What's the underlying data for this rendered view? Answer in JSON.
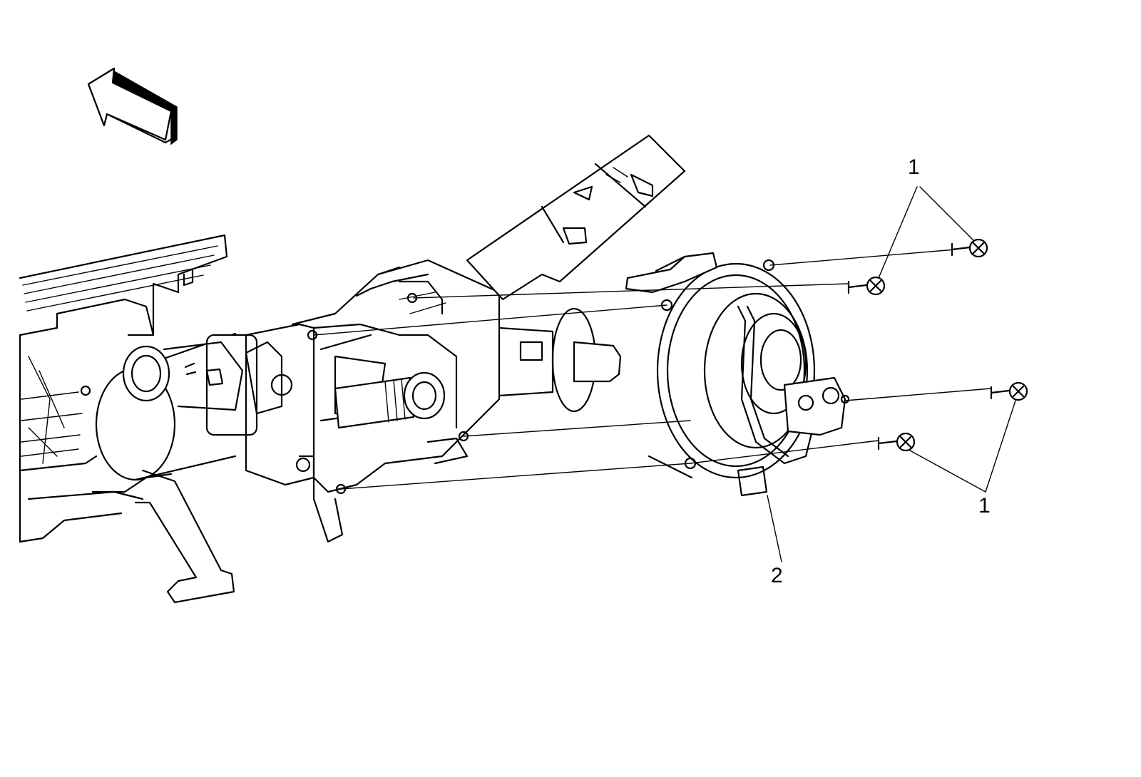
{
  "callouts": {
    "screws_upper": "1",
    "screws_lower": "1",
    "clock_spring": "2"
  },
  "colors": {
    "line": "#000000",
    "background": "#ffffff"
  },
  "icons": {
    "direction_arrow": "forward-direction-arrow-icon",
    "screw": "phillips-screw-icon"
  }
}
